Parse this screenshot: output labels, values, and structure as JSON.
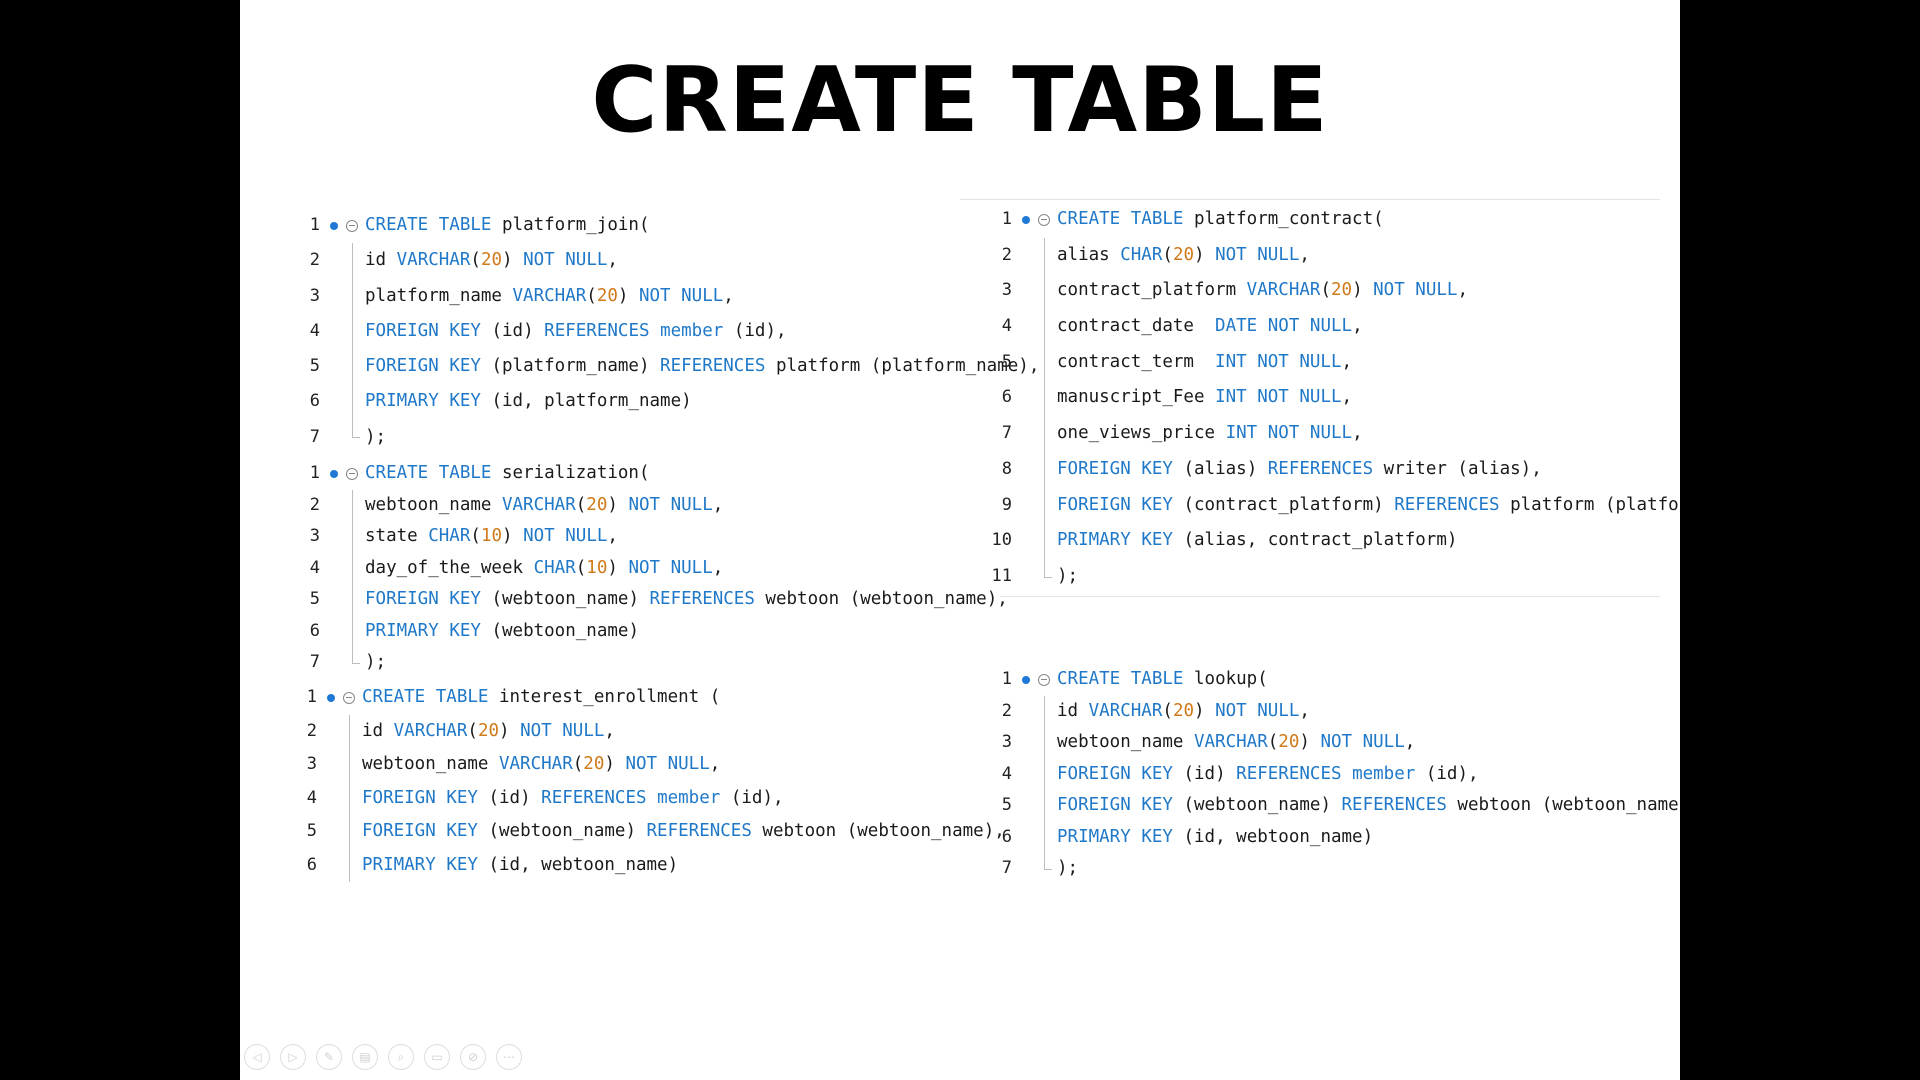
{
  "title": "CREATE TABLE",
  "blocks": [
    {
      "id": "platform-join",
      "lines": [
        "CREATE TABLE platform_join(",
        "id VARCHAR(20) NOT NULL,",
        "platform_name VARCHAR(20) NOT NULL,",
        "FOREIGN KEY (id) REFERENCES member (id),",
        "FOREIGN KEY (platform_name) REFERENCES platform (platform_name),",
        "PRIMARY KEY (id, platform_name)",
        ");"
      ]
    },
    {
      "id": "serialization",
      "lines": [
        "CREATE TABLE serialization(",
        "webtoon_name VARCHAR(20) NOT NULL,",
        "state CHAR(10) NOT NULL,",
        "day_of_the_week CHAR(10) NOT NULL,",
        "FOREIGN KEY (webtoon_name) REFERENCES webtoon (webtoon_name),",
        "PRIMARY KEY (webtoon_name)",
        ");"
      ]
    },
    {
      "id": "interest-enrollment",
      "lines": [
        "CREATE TABLE interest_enrollment (",
        "id VARCHAR(20) NOT NULL,",
        "webtoon_name VARCHAR(20) NOT NULL,",
        "FOREIGN KEY (id) REFERENCES member (id),",
        "FOREIGN KEY (webtoon_name) REFERENCES webtoon (webtoon_name),",
        "PRIMARY KEY (id, webtoon_name)"
      ]
    },
    {
      "id": "platform-contract",
      "lines": [
        "CREATE TABLE platform_contract(",
        "alias CHAR(20) NOT NULL,",
        "contract_platform VARCHAR(20) NOT NULL,",
        "contract_date  DATE NOT NULL,",
        "contract_term  INT NOT NULL,",
        "manuscript_Fee INT NOT NULL,",
        "one_views_price INT NOT NULL,",
        "FOREIGN KEY (alias) REFERENCES writer (alias),",
        "FOREIGN KEY (contract_platform) REFERENCES platform (platform_name),",
        "PRIMARY KEY (alias, contract_platform)",
        ");"
      ]
    },
    {
      "id": "lookup",
      "lines": [
        "CREATE TABLE lookup(",
        "id VARCHAR(20) NOT NULL,",
        "webtoon_name VARCHAR(20) NOT NULL,",
        "FOREIGN KEY (id) REFERENCES member (id),",
        "FOREIGN KEY (webtoon_name) REFERENCES webtoon (webtoon_name),",
        "PRIMARY KEY (id, webtoon_name)",
        ");"
      ]
    }
  ],
  "nav": {
    "prev_icon": "◁",
    "next_icon": "▷",
    "pen_icon": "✎",
    "slides_icon": "▤",
    "zoom_icon": "⌕",
    "screen_icon": "▭",
    "camera_icon": "⊘",
    "more_icon": "⋯"
  },
  "colors": {
    "keyword": "#1f78c8",
    "number": "#d07a1a",
    "bullet": "#1e78d6"
  }
}
